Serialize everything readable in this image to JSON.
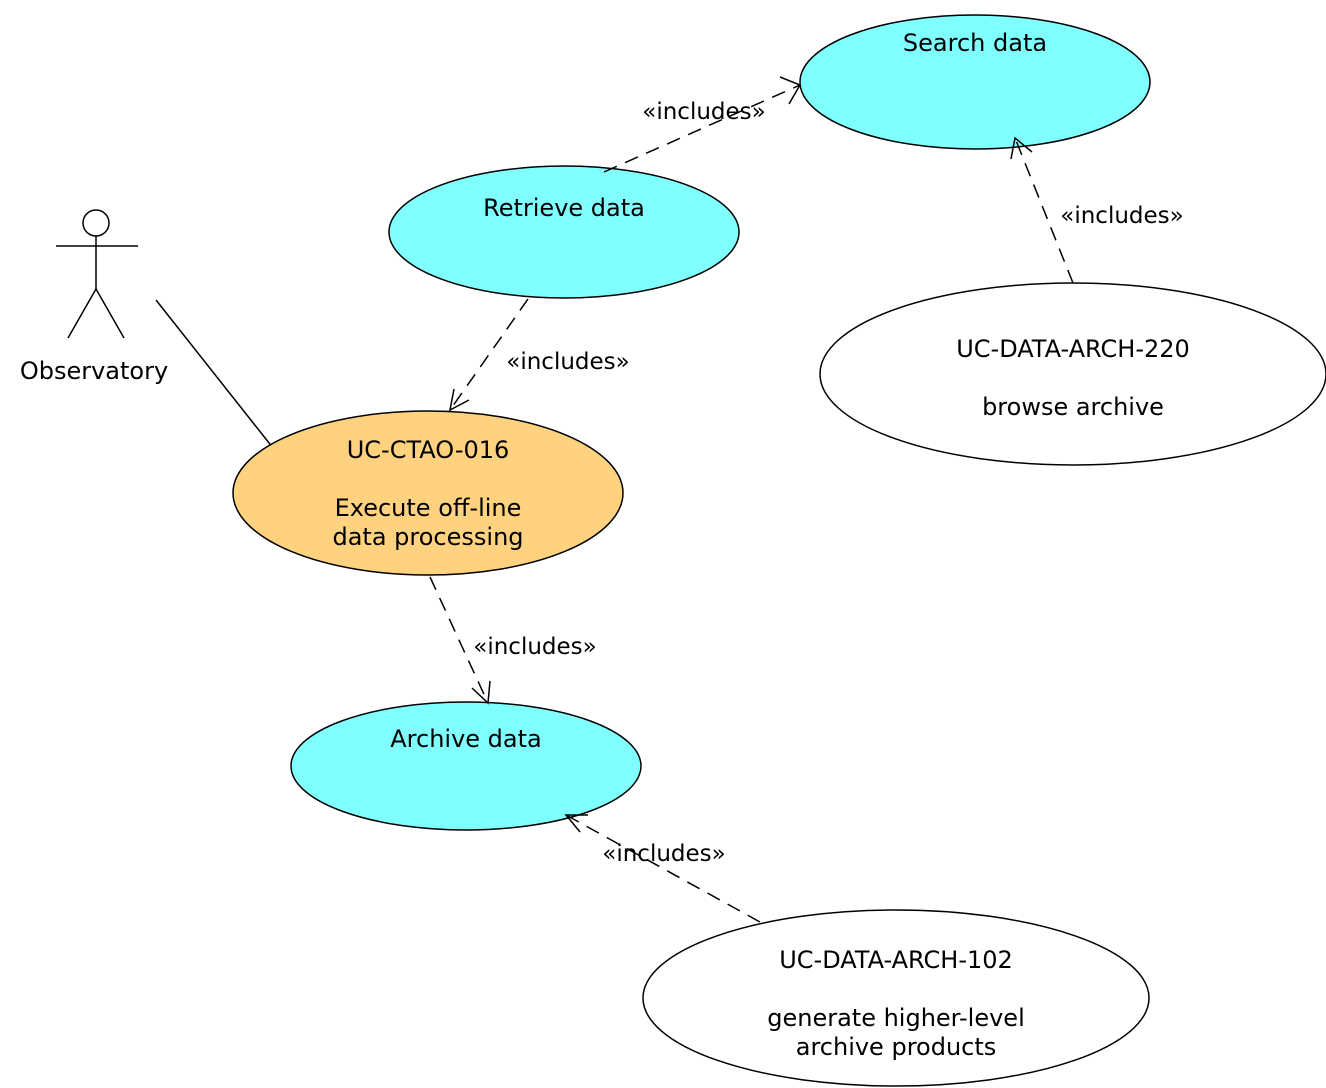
{
  "colors": {
    "internal_use_case_fill": "#80ffff",
    "focus_use_case_fill": "#ffd280",
    "external_use_case_fill": "#ffffff",
    "stroke": "#000000"
  },
  "actor": {
    "name": "Observatory"
  },
  "use_cases": {
    "search_data": {
      "lines": [
        "Search data"
      ]
    },
    "retrieve_data": {
      "lines": [
        "Retrieve data"
      ]
    },
    "execute_processing": {
      "lines": [
        "UC-CTAO-016",
        "",
        "Execute off-line",
        "data processing"
      ]
    },
    "browse_archive": {
      "lines": [
        "UC-DATA-ARCH-220",
        "",
        "browse archive"
      ]
    },
    "archive_data": {
      "lines": [
        "Archive data"
      ]
    },
    "generate_products": {
      "lines": [
        "UC-DATA-ARCH-102",
        "",
        "generate higher-level",
        "archive products"
      ]
    }
  },
  "relations": {
    "retrieve_to_search": "«includes»",
    "browse_to_search": "«includes»",
    "retrieve_to_execute": "«includes»",
    "execute_to_archive": "«includes»",
    "generate_to_archive": "«includes»"
  }
}
